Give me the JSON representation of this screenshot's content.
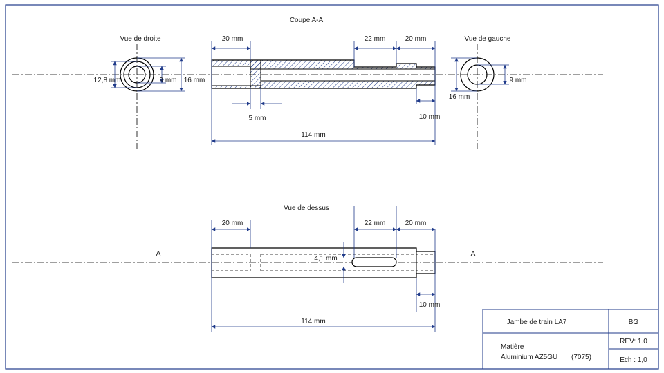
{
  "views": {
    "section_title": "Coupe A-A",
    "right_view_title": "Vue de droite",
    "left_view_title": "Vue de gauche",
    "top_view_title": "Vue de dessus",
    "section_marker_left": "A",
    "section_marker_right": "A"
  },
  "dimensions": {
    "d_20_left_section": "20 mm",
    "d_22_section": "22 mm",
    "d_20_right_section": "20 mm",
    "d_5": "5 mm",
    "d_10_section": "10 mm",
    "d_114_section": "114 mm",
    "d_12_8": "12,8 mm",
    "d_9_right": "9 mm",
    "d_16_right": "16 mm",
    "d_9_left": "9 mm",
    "d_16_left": "16 mm",
    "d_20_left_top": "20 mm",
    "d_22_top": "22 mm",
    "d_20_right_top": "20 mm",
    "d_4_1": "4,1 mm",
    "d_10_top": "10 mm",
    "d_114_top": "114 mm"
  },
  "title_block": {
    "part_name": "Jambe de train LA7",
    "author": "BG",
    "material_label": "Matière",
    "material_value": "Aluminium AZ5GU",
    "material_code": "(7075)",
    "revision": "REV: 1.0",
    "scale": "Ech : 1,0"
  },
  "colors": {
    "outline": "#000000",
    "dimension": "#1f3a8a",
    "hatch": "#1f3a8a",
    "frame": "#1f3a8a"
  }
}
